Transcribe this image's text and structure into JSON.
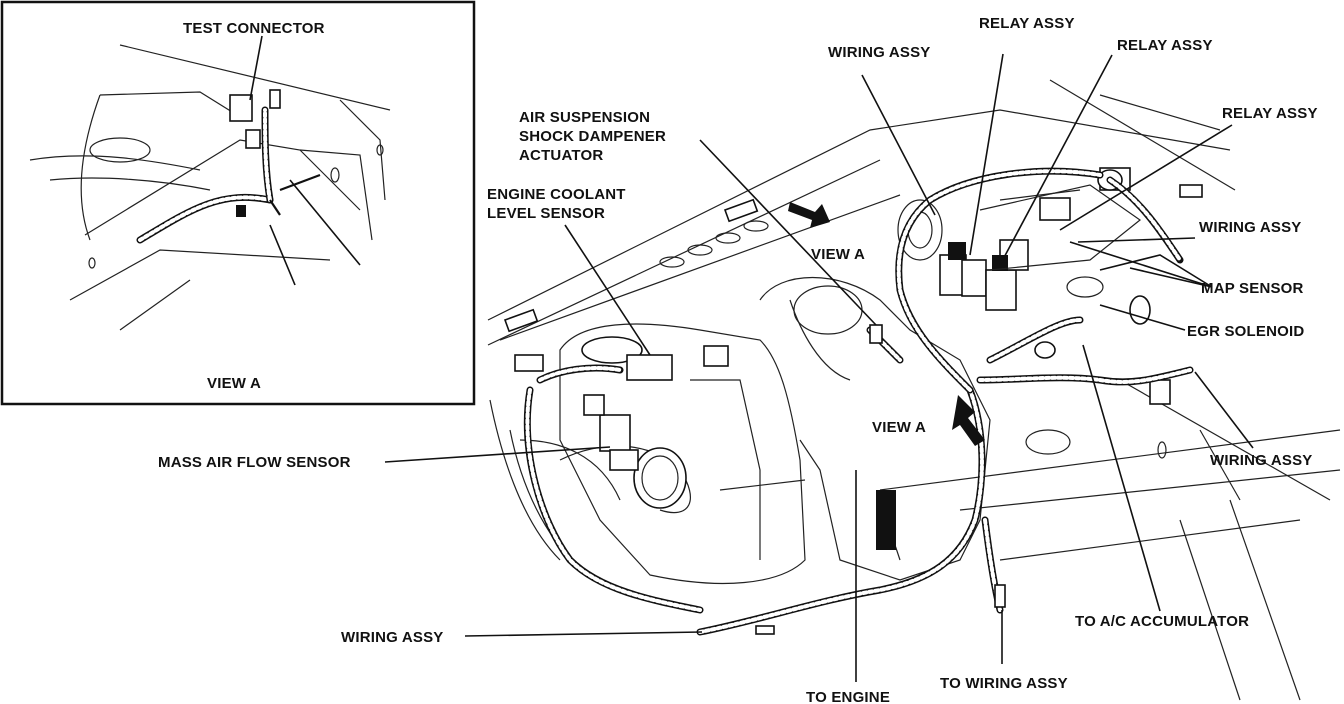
{
  "inset": {
    "title": "TEST CONNECTOR",
    "caption": "VIEW A"
  },
  "labels": {
    "wiring_assy_top": "WIRING ASSY",
    "relay_assy_1": "RELAY ASSY",
    "relay_assy_2": "RELAY ASSY",
    "relay_assy_3": "RELAY ASSY",
    "air_suspension_1": "AIR SUSPENSION",
    "air_suspension_2": "SHOCK DAMPENER",
    "air_suspension_3": "ACTUATOR",
    "coolant_1": "ENGINE COOLANT",
    "coolant_2": "LEVEL SENSOR",
    "view_a_top": "VIEW A",
    "wiring_assy_right": "WIRING ASSY",
    "map_sensor": "MAP SENSOR",
    "egr_solenoid": "EGR SOLENOID",
    "view_a_mid": "VIEW A",
    "wiring_assy_lower_right": "WIRING ASSY",
    "mass_air_flow": "MASS AIR FLOW SENSOR",
    "wiring_assy_bottom_left": "WIRING ASSY",
    "to_ac": "TO A/C ACCUMULATOR",
    "to_wiring": "TO WIRING ASSY",
    "to_engine": "TO ENGINE"
  }
}
